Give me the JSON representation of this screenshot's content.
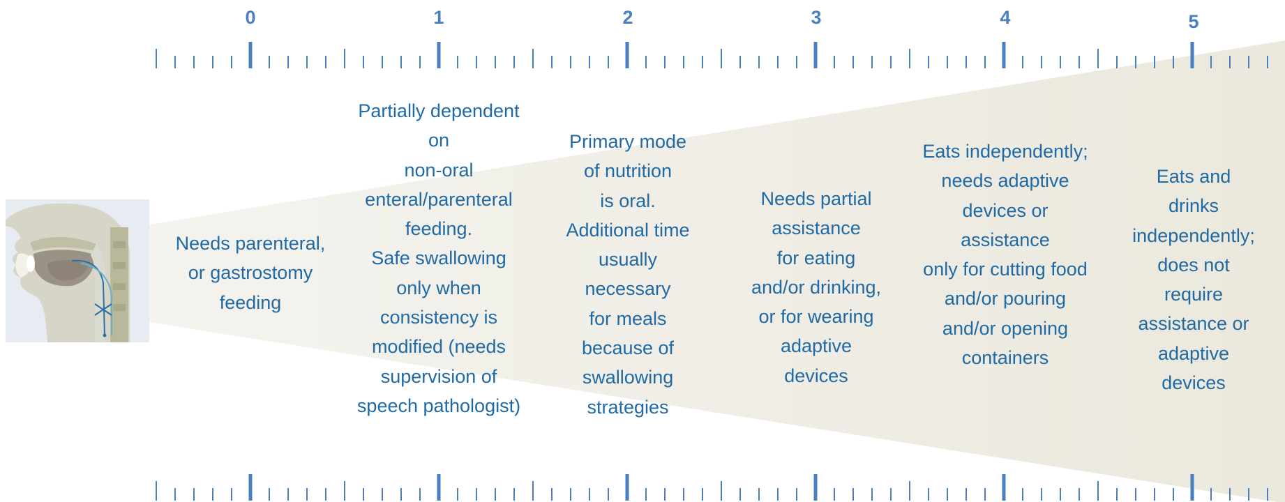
{
  "scale": {
    "levels": [
      "0",
      "1",
      "2",
      "3",
      "4",
      "5"
    ],
    "color": "#4a7fc0"
  },
  "descriptions": [
    {
      "level": "0",
      "lines": [
        "Needs parenteral,",
        "or gastrostomy",
        "feeding"
      ]
    },
    {
      "level": "1",
      "lines": [
        "Partially dependent",
        "on",
        "non-oral",
        "enteral/parenteral",
        "feeding.",
        "Safe swallowing",
        "only when",
        "consistency is",
        "modified (needs",
        "supervision of",
        "speech pathologist)"
      ]
    },
    {
      "level": "2",
      "lines": [
        "Primary mode",
        "of nutrition",
        "is oral.",
        "Additional time",
        "usually",
        "necessary",
        "for meals",
        "because of",
        "swallowing",
        "strategies"
      ]
    },
    {
      "level": "3",
      "lines": [
        "Needs partial",
        "assistance",
        "for eating",
        "and/or drinking,",
        "or for wearing",
        "adaptive",
        "devices"
      ]
    },
    {
      "level": "4",
      "lines": [
        "Eats independently;",
        "needs adaptive",
        "devices or",
        "assistance",
        "only for cutting food",
        "and/or pouring",
        "and/or opening",
        "containers"
      ]
    },
    {
      "level": "5",
      "lines": [
        "Eats and",
        "drinks",
        "independently;",
        "does not",
        "require",
        "assistance or",
        "adaptive",
        "devices"
      ]
    }
  ],
  "text_color": "#1f6aa5",
  "icon": {
    "name": "head-cross-section-swallowing-icon"
  }
}
